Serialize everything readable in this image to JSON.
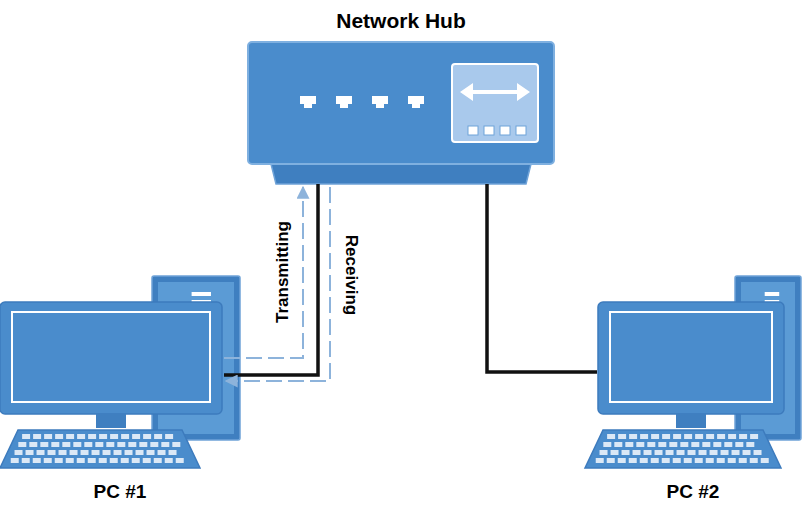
{
  "diagram": {
    "nodes": [
      {
        "text": [
          "Network Hub"
        ]
      },
      {
        "text": [
          "PC #1"
        ]
      },
      {
        "text": [
          "PC #2"
        ]
      }
    ],
    "edges": [
      {
        "from": 0,
        "to": 1,
        "arrow": "none"
      },
      {
        "from": 1,
        "to": 0,
        "label": "Transmitting",
        "arrow": "to"
      },
      {
        "from": 0,
        "to": 1,
        "label": "Receiving",
        "arrow": "to"
      },
      {
        "from": 0,
        "to": 2,
        "arrow": "none"
      }
    ]
  }
}
